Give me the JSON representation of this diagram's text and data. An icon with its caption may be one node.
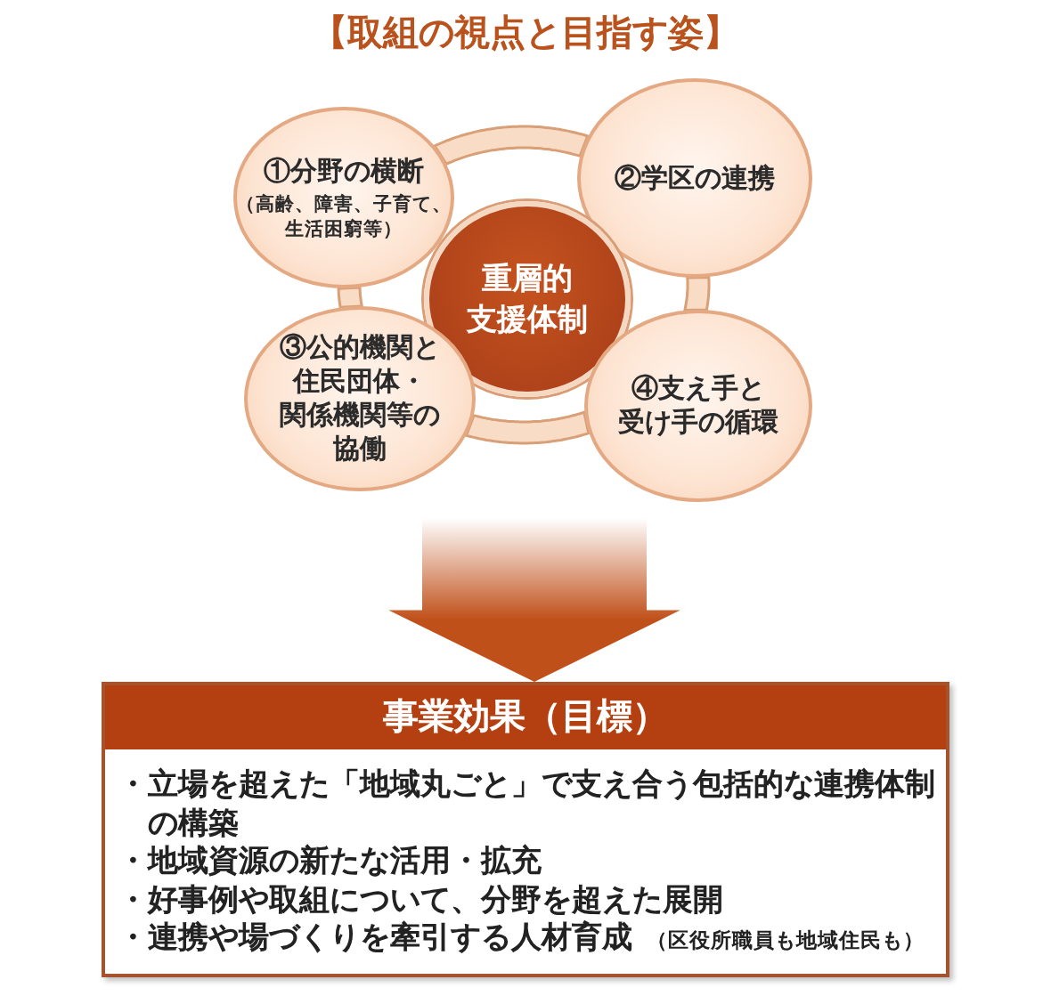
{
  "diagram": {
    "title": "【取組の視点と目指す姿】",
    "nodes": [
      {
        "text": [
          "①分野の横断",
          "（高齢、障害、子育て、生活困窮等）"
        ]
      },
      {
        "text": [
          "②学区の連携"
        ]
      },
      {
        "text": [
          "重層的支援体制"
        ]
      },
      {
        "text": [
          "③公的機関と住民団体・関係機関等の協働"
        ]
      },
      {
        "text": [
          "④支え手と受け手の循環"
        ]
      },
      {
        "text": [
          "事業効果（目標）",
          "・立場を超えた「地域丸ごと」で支え合う包括的な連携体制の構築",
          "・地域資源の新たな活用・拡充",
          "・好事例や取組について、分野を超えた展開",
          "・連携や場づくりを牽引する人材育成",
          "（区役所職員も地域住民も）"
        ]
      }
    ],
    "edges": [
      {
        "from": 0,
        "to": 1,
        "arrow": "none"
      },
      {
        "from": 1,
        "to": 4,
        "arrow": "none"
      },
      {
        "from": 3,
        "to": 4,
        "arrow": "none"
      },
      {
        "from": 0,
        "to": 3,
        "arrow": "none"
      },
      {
        "from": null,
        "to": 5,
        "arrow": "to",
        "style": "thick",
        "color": "#c0501a"
      }
    ]
  }
}
